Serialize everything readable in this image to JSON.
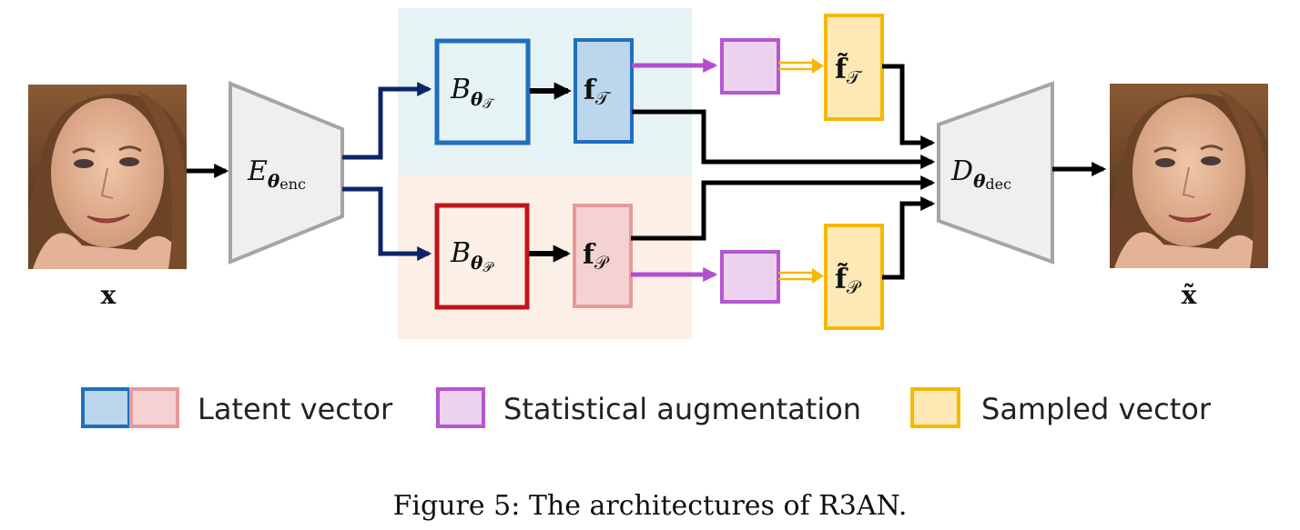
{
  "colors": {
    "encoder_fill": "#efefef",
    "encoder_stroke": "#a5a5a5",
    "texture_panel": "#e6f3f4",
    "texture_box": "#1f6ebf",
    "texture_latent_fill": "#bcd6ec",
    "pose_panel": "#fcefe5",
    "pose_box": "#c0141b",
    "pose_latent_fill": "#f4d2d2",
    "pose_latent_stroke": "#e79a9a",
    "augment_fill": "#ecd2ef",
    "augment_stroke": "#b457d1",
    "sampled_fill": "#fde8b6",
    "sampled_stroke": "#f5b800",
    "arrow_black": "#000000",
    "arrow_navy": "#0d2567",
    "arrow_purple": "#b24fd0",
    "arrow_yellow": "#f5b800"
  },
  "input_image": {
    "icon": "face-photo",
    "label": "x"
  },
  "output_image": {
    "icon": "face-photo",
    "label": "x̃"
  },
  "encoder": {
    "base": "E",
    "sub": "θ",
    "subsub": "enc"
  },
  "decoder": {
    "base": "D",
    "sub": "θ",
    "subsub": "dec"
  },
  "texture_branch": {
    "block": {
      "base": "B",
      "sub": "θ",
      "subsub": "𝒯"
    },
    "latent": {
      "base": "f",
      "sub": "𝒯"
    },
    "sampled": {
      "base": "f̃",
      "sub": "𝒯"
    }
  },
  "pose_branch": {
    "block": {
      "base": "B",
      "sub": "θ",
      "subsub": "𝒫"
    },
    "latent": {
      "base": "f",
      "sub": "𝒫"
    },
    "sampled": {
      "base": "f̃",
      "sub": "𝒫"
    }
  },
  "legend": {
    "latent": "Latent vector",
    "augmentation": "Statistical augmentation",
    "sampled": "Sampled vector"
  },
  "caption": "Figure 5: The architectures of R3AN."
}
